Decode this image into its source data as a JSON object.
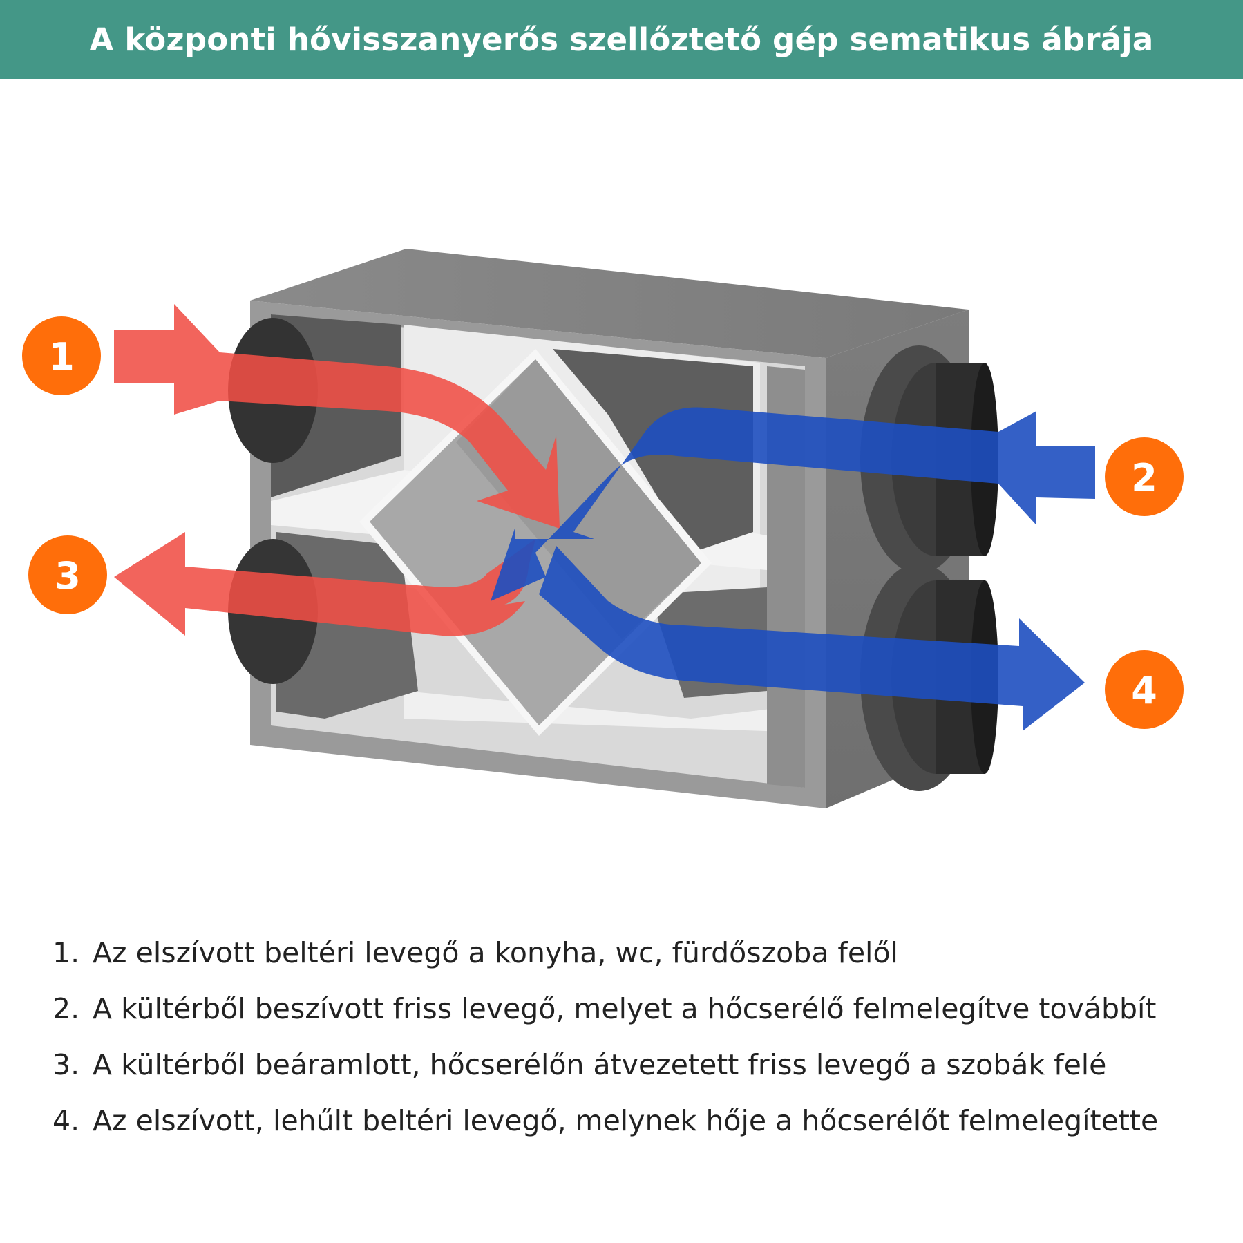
{
  "header": {
    "title": "A központi hővisszanyerős szellőztető gép sematikus ábrája",
    "background": "#449787"
  },
  "diagram": {
    "badges": [
      {
        "number": "1",
        "color": "#FF6E0A"
      },
      {
        "number": "2",
        "color": "#FF6E0A"
      },
      {
        "number": "3",
        "color": "#FF6E0A"
      },
      {
        "number": "4",
        "color": "#FF6E0A"
      }
    ],
    "colors": {
      "warm_air": "#F04F45",
      "cold_air": "#1E4FC0",
      "casing": "#8C8C8C",
      "duct": "#3A3A3A"
    }
  },
  "legend": [
    {
      "number": "1.",
      "text": "Az elszívott beltéri levegő a konyha, wc, fürdőszoba felől"
    },
    {
      "number": "2.",
      "text": "A kültérből beszívott friss levegő, melyet a hőcserélő felmelegítve továbbít"
    },
    {
      "number": "3.",
      "text": "A kültérből beáramlott, hőcserélőn átvezetett friss levegő a szobák felé"
    },
    {
      "number": "4.",
      "text": "Az elszívott, lehűlt beltéri levegő, melynek hője a hőcserélőt felmelegítette"
    }
  ]
}
